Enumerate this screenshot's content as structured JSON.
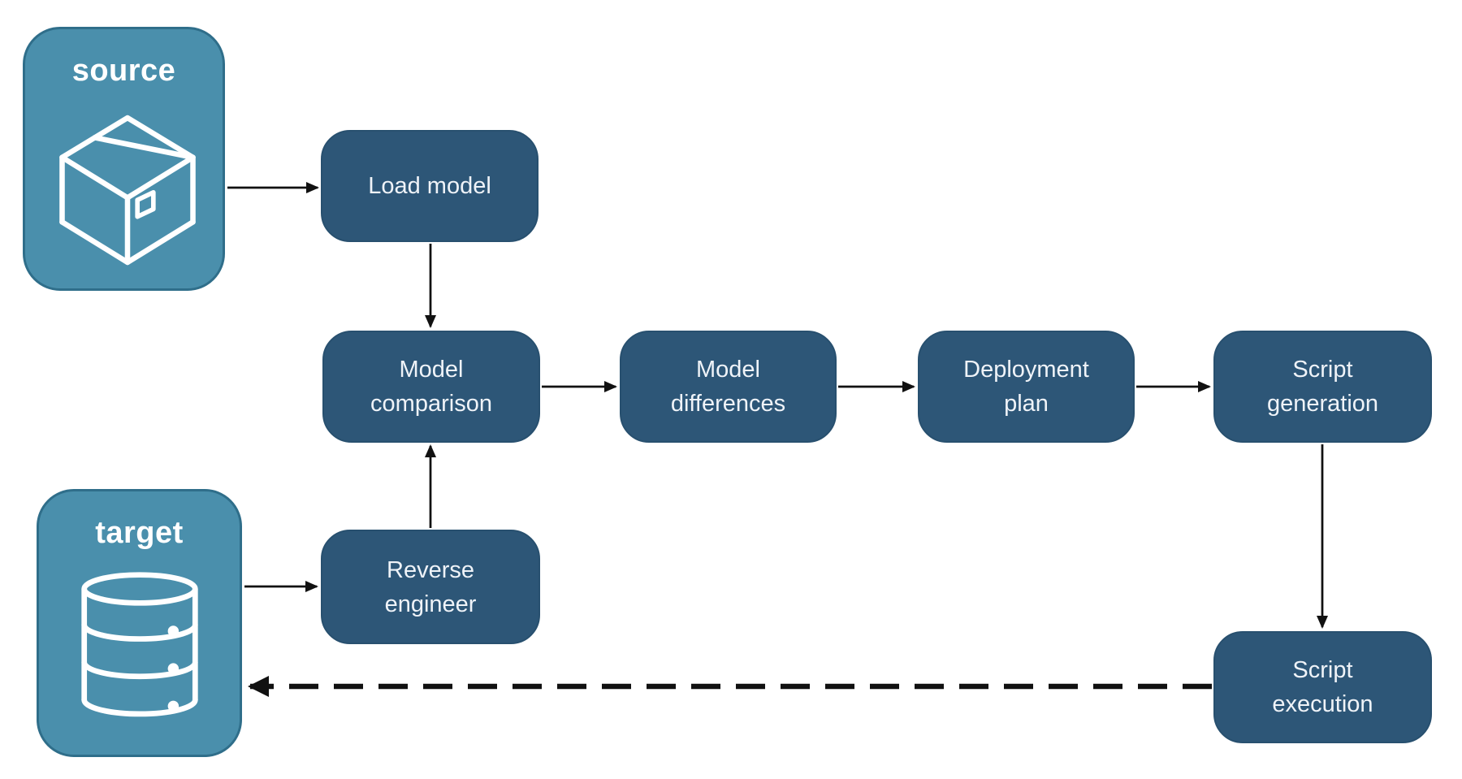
{
  "colors": {
    "background": "#ffffff",
    "node_fill": "#2D5677",
    "node_border": "#28506f",
    "node_text": "#EFF3F8",
    "endpoint_fill": "#4A8FAC",
    "endpoint_border": "#2F6E8A",
    "endpoint_text": "#ffffff",
    "arrow": "#111111"
  },
  "endpoints": {
    "source": {
      "label": "source",
      "icon": "package-box-icon"
    },
    "target": {
      "label": "target",
      "icon": "database-icon"
    }
  },
  "nodes": {
    "load_model": {
      "line1": "Load model"
    },
    "model_comparison": {
      "line1": "Model",
      "line2": "comparison"
    },
    "model_differences": {
      "line1": "Model",
      "line2": "differences"
    },
    "deployment_plan": {
      "line1": "Deployment",
      "line2": "plan"
    },
    "script_generation": {
      "line1": "Script",
      "line2": "generation"
    },
    "reverse_engineer": {
      "line1": "Reverse",
      "line2": "engineer"
    },
    "script_execution": {
      "line1": "Script",
      "line2": "execution"
    }
  },
  "edges": [
    {
      "from": "source",
      "to": "load_model",
      "style": "solid"
    },
    {
      "from": "load_model",
      "to": "model_comparison",
      "style": "solid"
    },
    {
      "from": "model_comparison",
      "to": "model_differences",
      "style": "solid"
    },
    {
      "from": "model_differences",
      "to": "deployment_plan",
      "style": "solid"
    },
    {
      "from": "deployment_plan",
      "to": "script_generation",
      "style": "solid"
    },
    {
      "from": "script_generation",
      "to": "script_execution",
      "style": "solid"
    },
    {
      "from": "target",
      "to": "reverse_engineer",
      "style": "solid"
    },
    {
      "from": "reverse_engineer",
      "to": "model_comparison",
      "style": "solid"
    },
    {
      "from": "script_execution",
      "to": "target",
      "style": "dashed"
    }
  ]
}
